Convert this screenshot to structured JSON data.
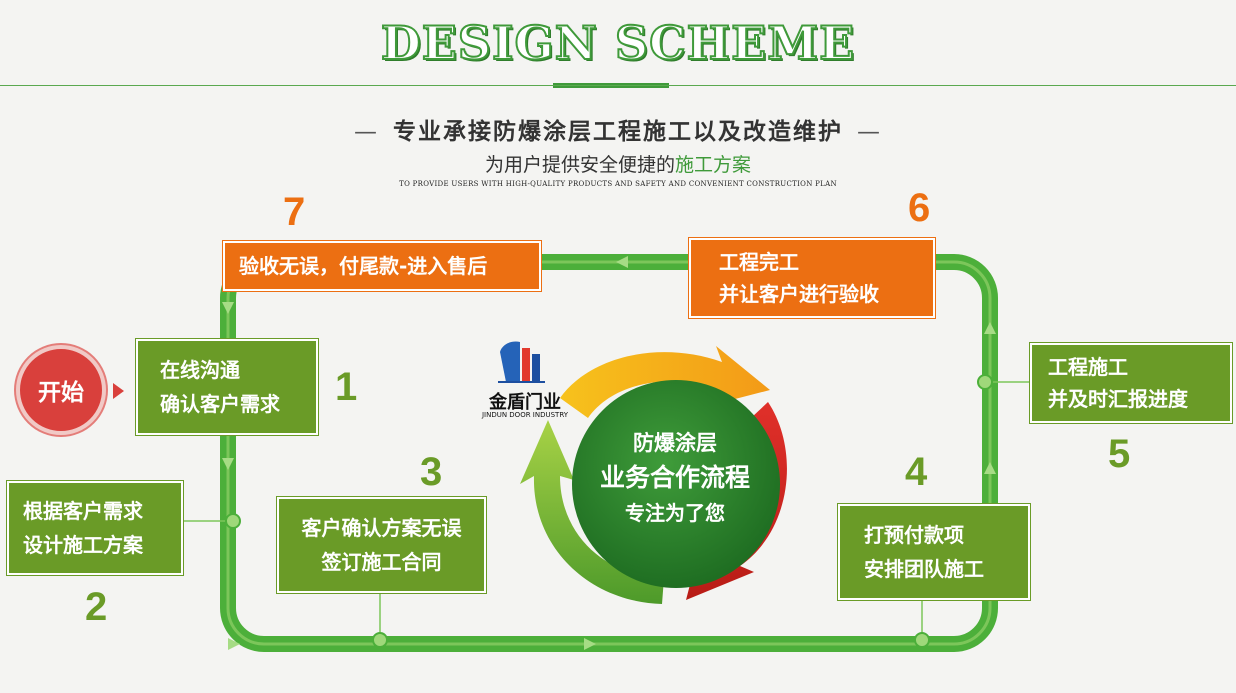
{
  "header": {
    "title": "DESIGN SCHEME",
    "subtitle": "专业承接防爆涂层工程施工以及改造维护",
    "subtitle_dash": "—",
    "tagline_prefix": "为用户提供安全便捷的",
    "tagline_highlight": "施工方案",
    "english_line": "TO PROVIDE USERS WITH HIGH-QUALITY PRODUCTS AND SAFETY AND CONVENIENT CONSTRUCTION PLAN"
  },
  "start": {
    "label": "开始"
  },
  "steps": [
    {
      "number": "1",
      "line1": "在线沟通",
      "line2": "确认客户需求"
    },
    {
      "number": "2",
      "line1": "根据客户需求",
      "line2": "设计施工方案"
    },
    {
      "number": "3",
      "line1": "客户确认方案无误",
      "line2": "签订施工合同"
    },
    {
      "number": "4",
      "line1": "打预付款项",
      "line2": "安排团队施工"
    },
    {
      "number": "5",
      "line1": "工程施工",
      "line2": "并及时汇报进度"
    },
    {
      "number": "6",
      "line1": "工程完工",
      "line2": "并让客户进行验收"
    },
    {
      "number": "7",
      "line1": "验收无误，付尾款-进入售后",
      "line2": ""
    }
  ],
  "logo": {
    "name_cn": "金盾门业",
    "name_en": "JINDUN DOOR INDUSTRY"
  },
  "center": {
    "line1": "防爆涂层",
    "line2": "业务合作流程",
    "line3": "专注为了您"
  },
  "colors": {
    "green": "#6a9b27",
    "loop_green": "#4caf3a",
    "orange": "#ec6f12",
    "red": "#d9403c",
    "title_green": "#3f9a3a"
  }
}
